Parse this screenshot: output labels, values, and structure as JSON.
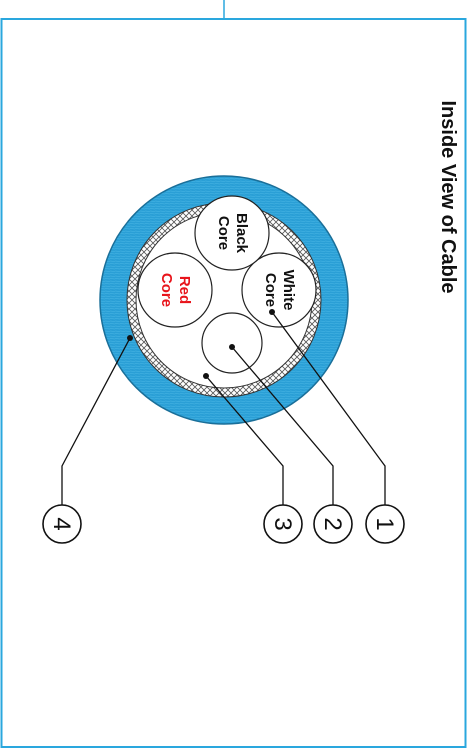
{
  "title": "Inside View of Cable",
  "cores": {
    "white": [
      "White",
      "Core"
    ],
    "black": [
      "Black",
      "Core"
    ],
    "red": [
      "Red",
      "Core"
    ]
  },
  "callouts": [
    "1",
    "2",
    "3",
    "4"
  ],
  "colors": {
    "frame": "#2aa7de",
    "jacket": "#2a9fd6",
    "red_text": "#e8141b",
    "line": "#111111"
  }
}
